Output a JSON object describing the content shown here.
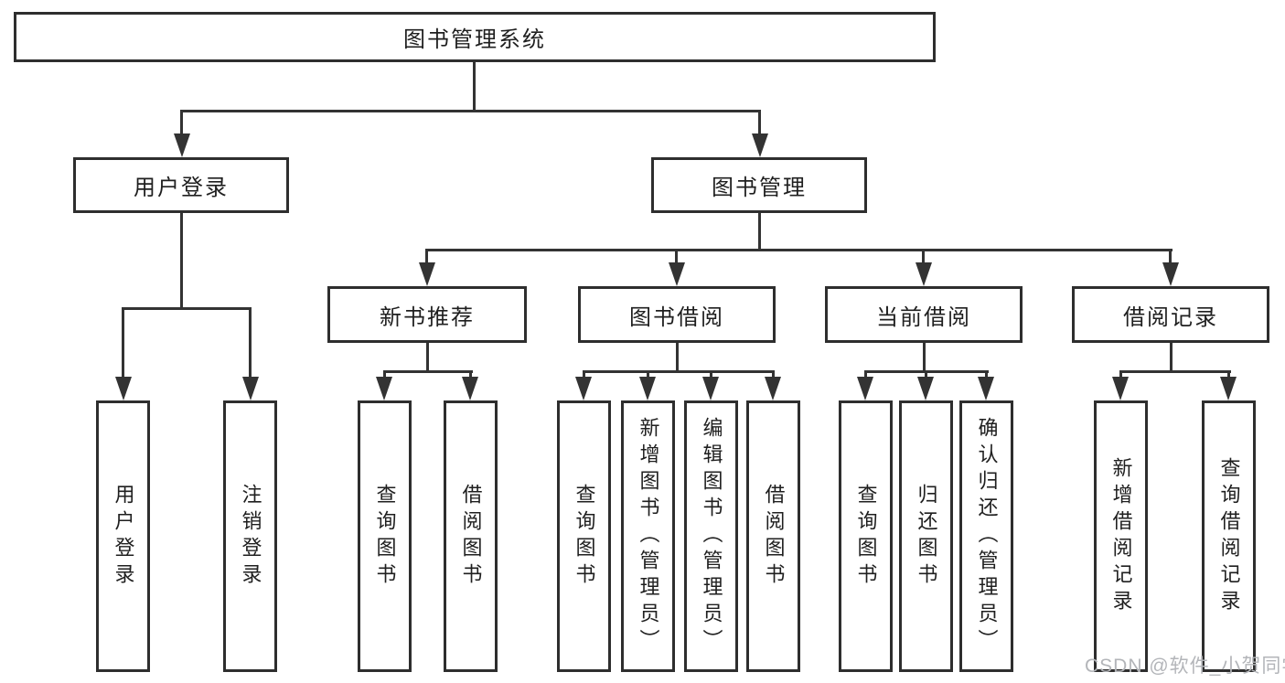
{
  "diagram": {
    "root": {
      "label": "图书管理系统"
    },
    "branches": [
      {
        "label": "用户登录",
        "leaves": [
          "用户登录",
          "注销登录"
        ]
      },
      {
        "label": "图书管理",
        "groups": [
          {
            "label": "新书推荐",
            "leaves": [
              "查询图书",
              "借阅图书"
            ]
          },
          {
            "label": "图书借阅",
            "leaves": [
              "查询图书",
              "新增图书（管理员）",
              "编辑图书（管理员）",
              "借阅图书"
            ]
          },
          {
            "label": "当前借阅",
            "leaves": [
              "查询图书",
              "归还图书",
              "确认归还（管理员）"
            ]
          },
          {
            "label": "借阅记录",
            "leaves": [
              "新增借阅记录",
              "查询借阅记录"
            ]
          }
        ]
      }
    ]
  },
  "watermark": {
    "text": "CSDN @软件_小贺同学"
  },
  "colors": {
    "line": "#333333",
    "box_border": "#2e2e2e",
    "text": "#1f1f1f",
    "background": "#ffffff",
    "watermark": "#b3b5b9"
  }
}
